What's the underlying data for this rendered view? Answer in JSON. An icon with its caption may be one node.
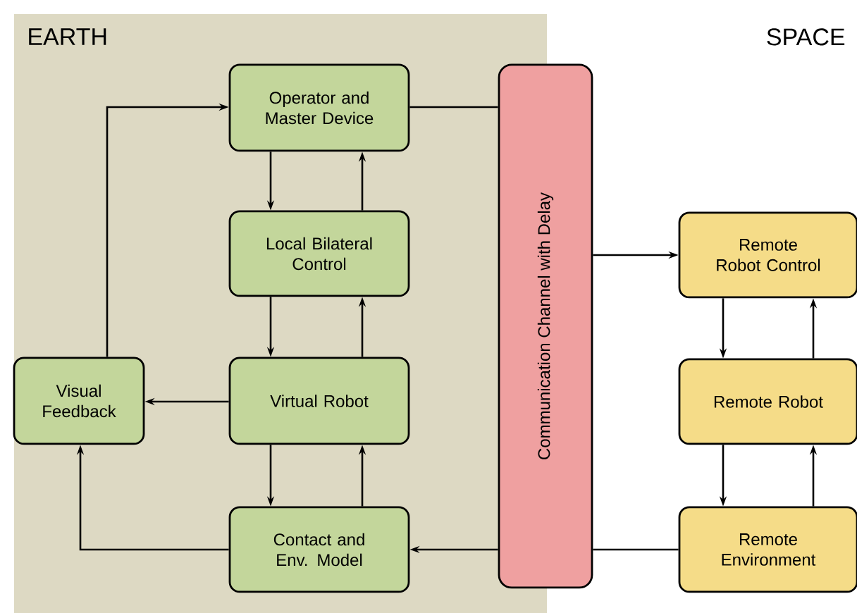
{
  "diagram": {
    "nodes": [
      {
        "text": [
          "EARTH"
        ]
      },
      {
        "text": [
          "Operator and Master Device"
        ],
        "in": 0
      },
      {
        "text": [
          "Local Bilateral Control"
        ],
        "in": 0
      },
      {
        "text": [
          "Visual Feedback"
        ],
        "in": 0
      },
      {
        "text": [
          "Virtual Robot"
        ],
        "in": 0
      },
      {
        "text": [
          "Contact and Env. Model"
        ],
        "in": 0
      },
      {
        "text": [
          "Communication Channel with Delay"
        ]
      },
      {
        "text": [
          "Remote Robot Control"
        ]
      },
      {
        "text": [
          "Remote Robot"
        ]
      },
      {
        "text": [
          "Remote Environment"
        ]
      }
    ],
    "edges": [
      {
        "from": 1,
        "to": 2,
        "arrow": "to"
      },
      {
        "from": 2,
        "to": 1,
        "arrow": "to"
      },
      {
        "from": 2,
        "to": 4,
        "arrow": "to"
      },
      {
        "from": 4,
        "to": 2,
        "arrow": "to"
      },
      {
        "from": 4,
        "to": 3,
        "arrow": "to"
      },
      {
        "from": 4,
        "to": 5,
        "arrow": "to"
      },
      {
        "from": 5,
        "to": 4,
        "arrow": "to"
      },
      {
        "from": 5,
        "to": 3,
        "arrow": "to"
      },
      {
        "from": 3,
        "to": 1,
        "arrow": "to"
      },
      {
        "from": 1,
        "to": 6,
        "arrow": "none"
      },
      {
        "from": 6,
        "to": 7,
        "arrow": "to"
      },
      {
        "from": 7,
        "to": 8,
        "arrow": "to"
      },
      {
        "from": 8,
        "to": 7,
        "arrow": "to"
      },
      {
        "from": 8,
        "to": 9,
        "arrow": "to"
      },
      {
        "from": 9,
        "to": 8,
        "arrow": "to"
      },
      {
        "from": 9,
        "to": 6,
        "arrow": "none"
      },
      {
        "from": 6,
        "to": 5,
        "arrow": "to"
      }
    ],
    "labels": [
      "SPACE"
    ]
  }
}
